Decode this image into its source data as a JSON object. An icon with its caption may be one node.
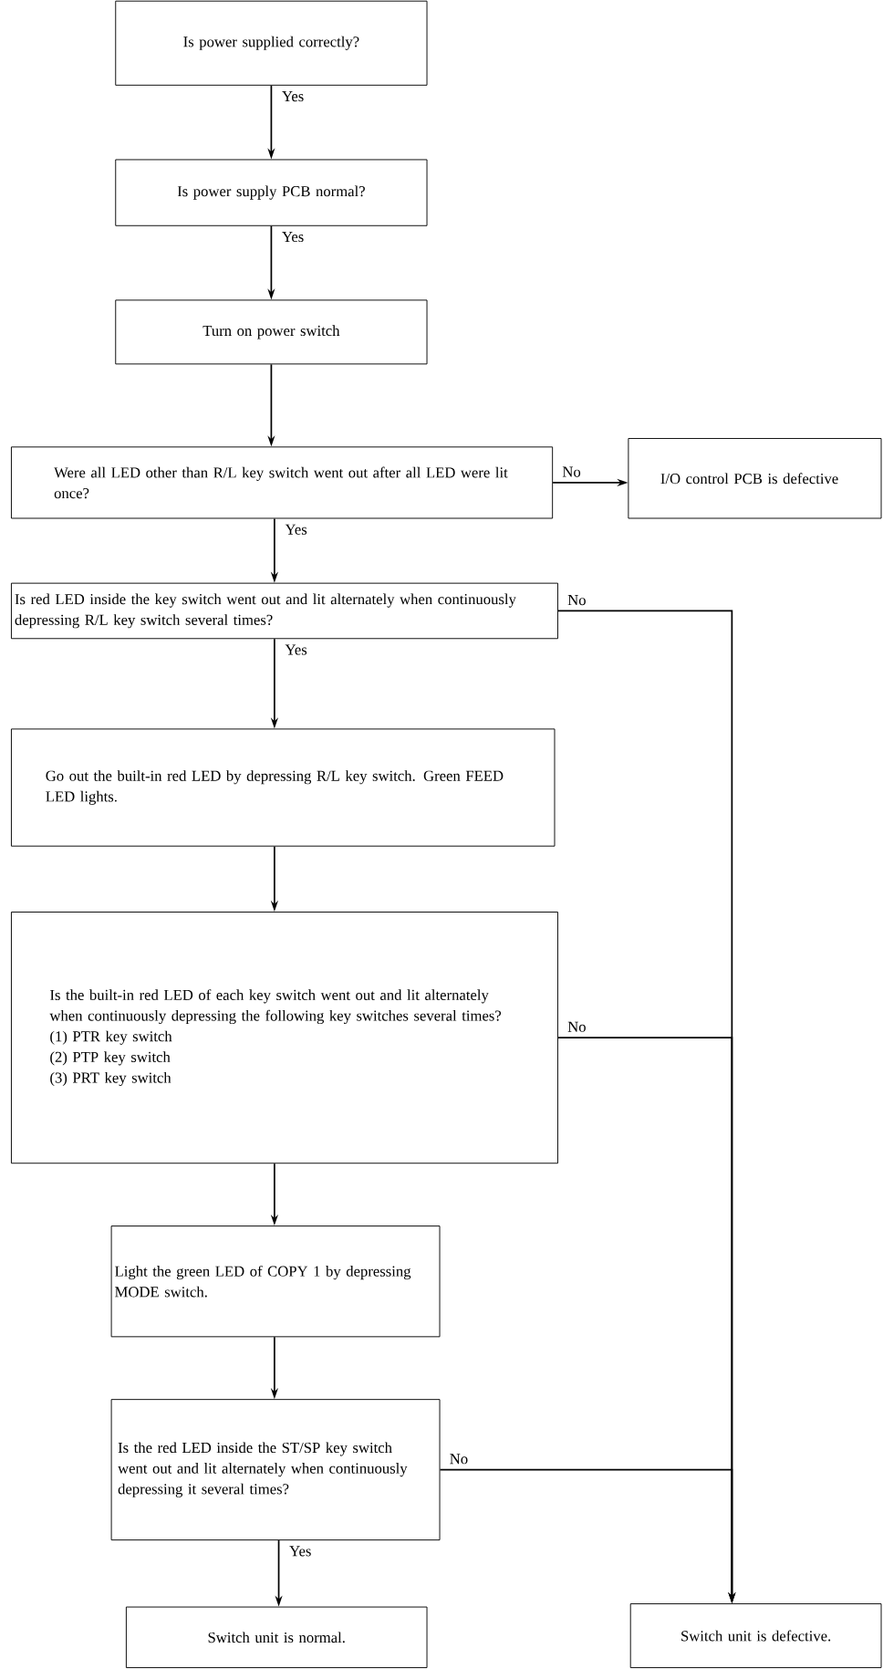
{
  "diagram": {
    "nodes": [
      {
        "text": [
          "Is power supplied correctly?"
        ]
      },
      {
        "text": [
          "Is power supply PCB normal?"
        ]
      },
      {
        "text": [
          "Turn on power switch"
        ]
      },
      {
        "text": [
          "Were all LED other than R/L key switch went out after all LED were lit once?"
        ]
      },
      {
        "text": [
          "I/O control PCB is defective"
        ]
      },
      {
        "text": [
          "Is red LED inside the key switch went out and lit alternately when continuously depressing R/L key switch several times?"
        ]
      },
      {
        "text": [
          "Go out the built-in red LED by depressing R/L key switch. Green FEED LED lights."
        ]
      },
      {
        "text": [
          "Is the built-in red LED of each key switch went out and lit alternately when continuously depressing the following key switches several times?",
          "(1) PTR key switch",
          "(2) PTP key switch",
          "(3) PRT key switch"
        ]
      },
      {
        "text": [
          "Light the green LED of COPY 1 by depressing MODE switch."
        ]
      },
      {
        "text": [
          "Is the red LED inside the ST/SP key switch went out and lit alternately when continuously depressing it several times?"
        ]
      },
      {
        "text": [
          "Switch unit is normal."
        ]
      },
      {
        "text": [
          "Switch unit is defective."
        ]
      }
    ],
    "edges": [
      {
        "from": 0,
        "to": 1,
        "arrow": "to",
        "label": "Yes"
      },
      {
        "from": 1,
        "to": 2,
        "arrow": "to",
        "label": "Yes"
      },
      {
        "from": 2,
        "to": 3,
        "arrow": "to"
      },
      {
        "from": 3,
        "to": 4,
        "arrow": "to",
        "label": "No"
      },
      {
        "from": 3,
        "to": 5,
        "arrow": "to",
        "label": "Yes"
      },
      {
        "from": 5,
        "to": 11,
        "arrow": "to",
        "label": "No"
      },
      {
        "from": 5,
        "to": 6,
        "arrow": "to",
        "label": "Yes"
      },
      {
        "from": 6,
        "to": 7,
        "arrow": "to"
      },
      {
        "from": 7,
        "to": 11,
        "arrow": "to",
        "label": "No"
      },
      {
        "from": 7,
        "to": 8,
        "arrow": "to"
      },
      {
        "from": 8,
        "to": 9,
        "arrow": "to"
      },
      {
        "from": 9,
        "to": 11,
        "arrow": "to",
        "label": "No"
      },
      {
        "from": 9,
        "to": 10,
        "arrow": "to",
        "label": "Yes"
      }
    ]
  }
}
